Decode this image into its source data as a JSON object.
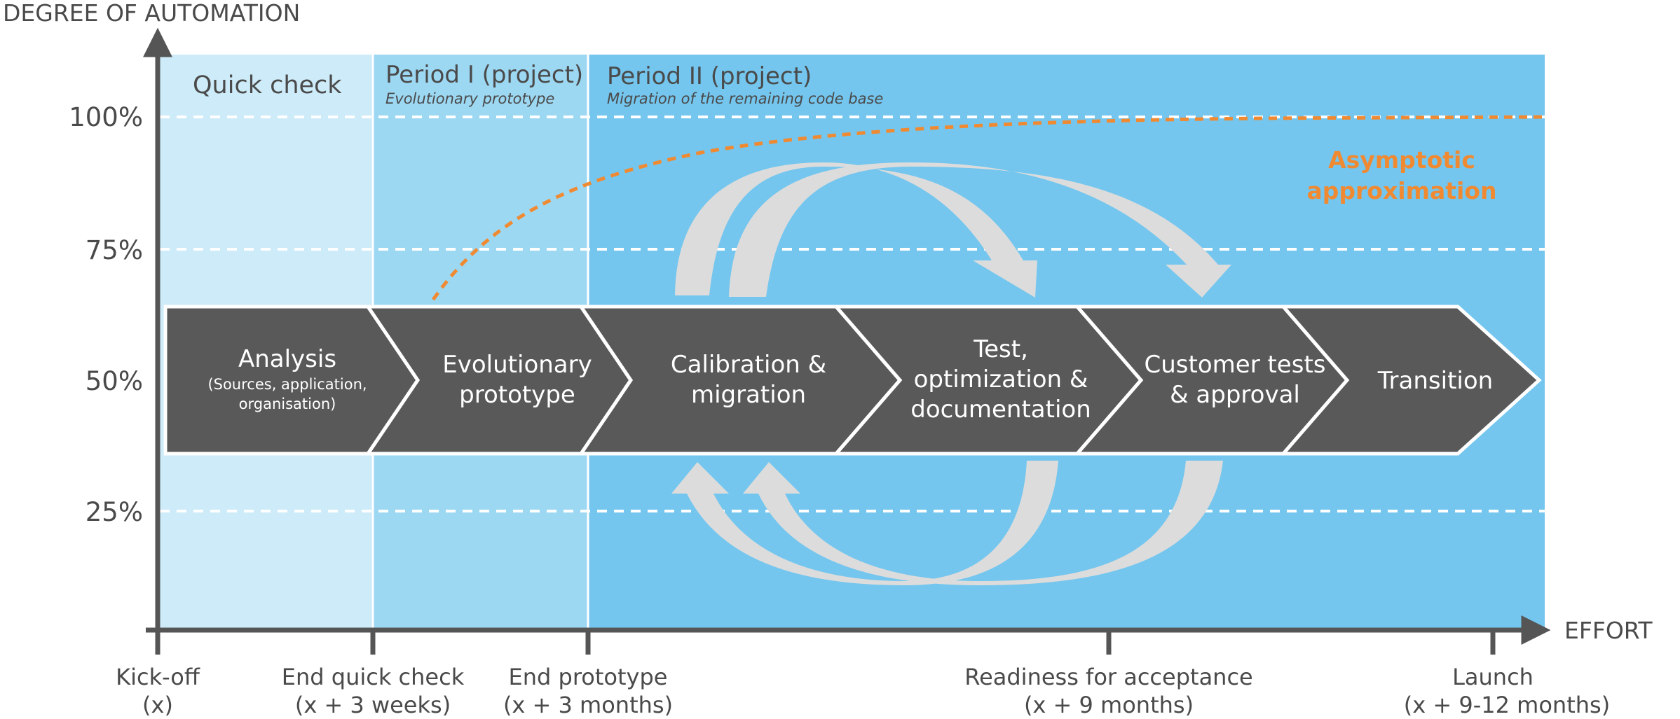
{
  "axes": {
    "y_title": "DEGREE OF AUTOMATION",
    "x_title": "EFFORT",
    "y_ticks": [
      "100%",
      "75%",
      "50%",
      "25%"
    ]
  },
  "zones": [
    {
      "title": "Quick check",
      "subtitle": "",
      "color": "#cdebf8"
    },
    {
      "title": "Period I (project)",
      "subtitle": "Evolutionary prototype",
      "color": "#9dd8f3"
    },
    {
      "title": "Period II (project)",
      "subtitle": "Migration of the remaining code base",
      "color": "#74c6ee"
    }
  ],
  "steps": [
    {
      "lines": [
        "Analysis"
      ],
      "sub": [
        "(Sources, application,",
        "organisation)"
      ]
    },
    {
      "lines": [
        "Evolutionary",
        "prototype"
      ],
      "sub": []
    },
    {
      "lines": [
        "Calibration &",
        "migration"
      ],
      "sub": []
    },
    {
      "lines": [
        "Test,",
        "optimization &",
        "documentation"
      ],
      "sub": []
    },
    {
      "lines": [
        "Customer tests",
        "& approval"
      ],
      "sub": []
    },
    {
      "lines": [
        "Transition"
      ],
      "sub": []
    }
  ],
  "curve": {
    "label_lines": [
      "Asymptotic",
      "approximation"
    ],
    "color": "#f08a32"
  },
  "milestones": [
    {
      "name": "Kick-off",
      "when": "(x)"
    },
    {
      "name": "End quick check",
      "when": "(x + 3 weeks)"
    },
    {
      "name": "End prototype",
      "when": "(x + 3 months)"
    },
    {
      "name": "Readiness for acceptance",
      "when": "(x + 9 months)"
    },
    {
      "name": "Launch",
      "when": "(x + 9-12 months)"
    }
  ],
  "colors": {
    "chevron": "#595959",
    "axis": "#555555",
    "loop_arrow": "#dcdcdc",
    "text_dark": "#4a4a4a"
  }
}
